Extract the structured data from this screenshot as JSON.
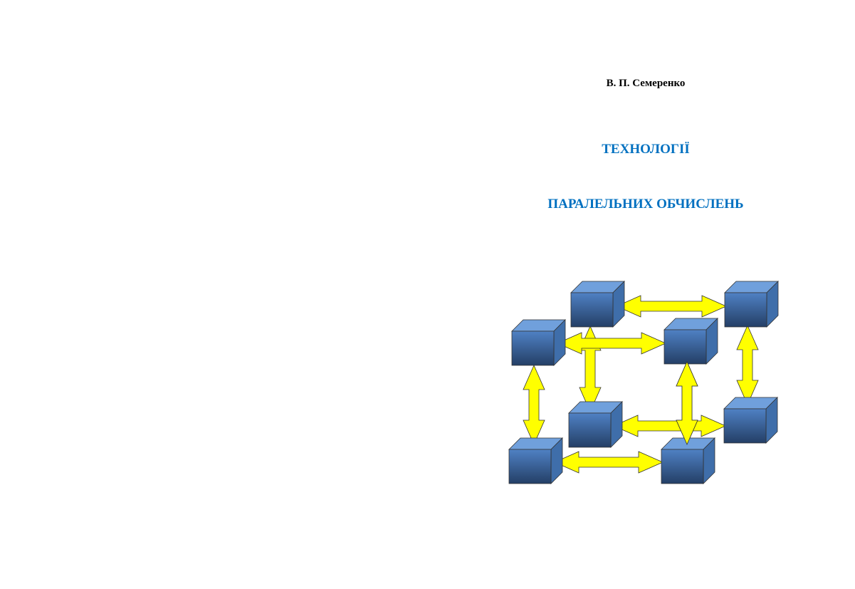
{
  "cover": {
    "author": "В. П. Семеренко",
    "title_line1": "ТЕХНОЛОГІЇ",
    "title_line2": "ПАРАЛЕЛЬНИХ ОБЧИСЛЕНЬ"
  },
  "colors": {
    "title": "#0070c0",
    "arrow_fill": "#ffff00",
    "cube_front_top": "#4f81c4",
    "cube_front_bottom": "#243f66",
    "cube_top": "#70a0dc",
    "cube_side": "#3f6eaa"
  }
}
